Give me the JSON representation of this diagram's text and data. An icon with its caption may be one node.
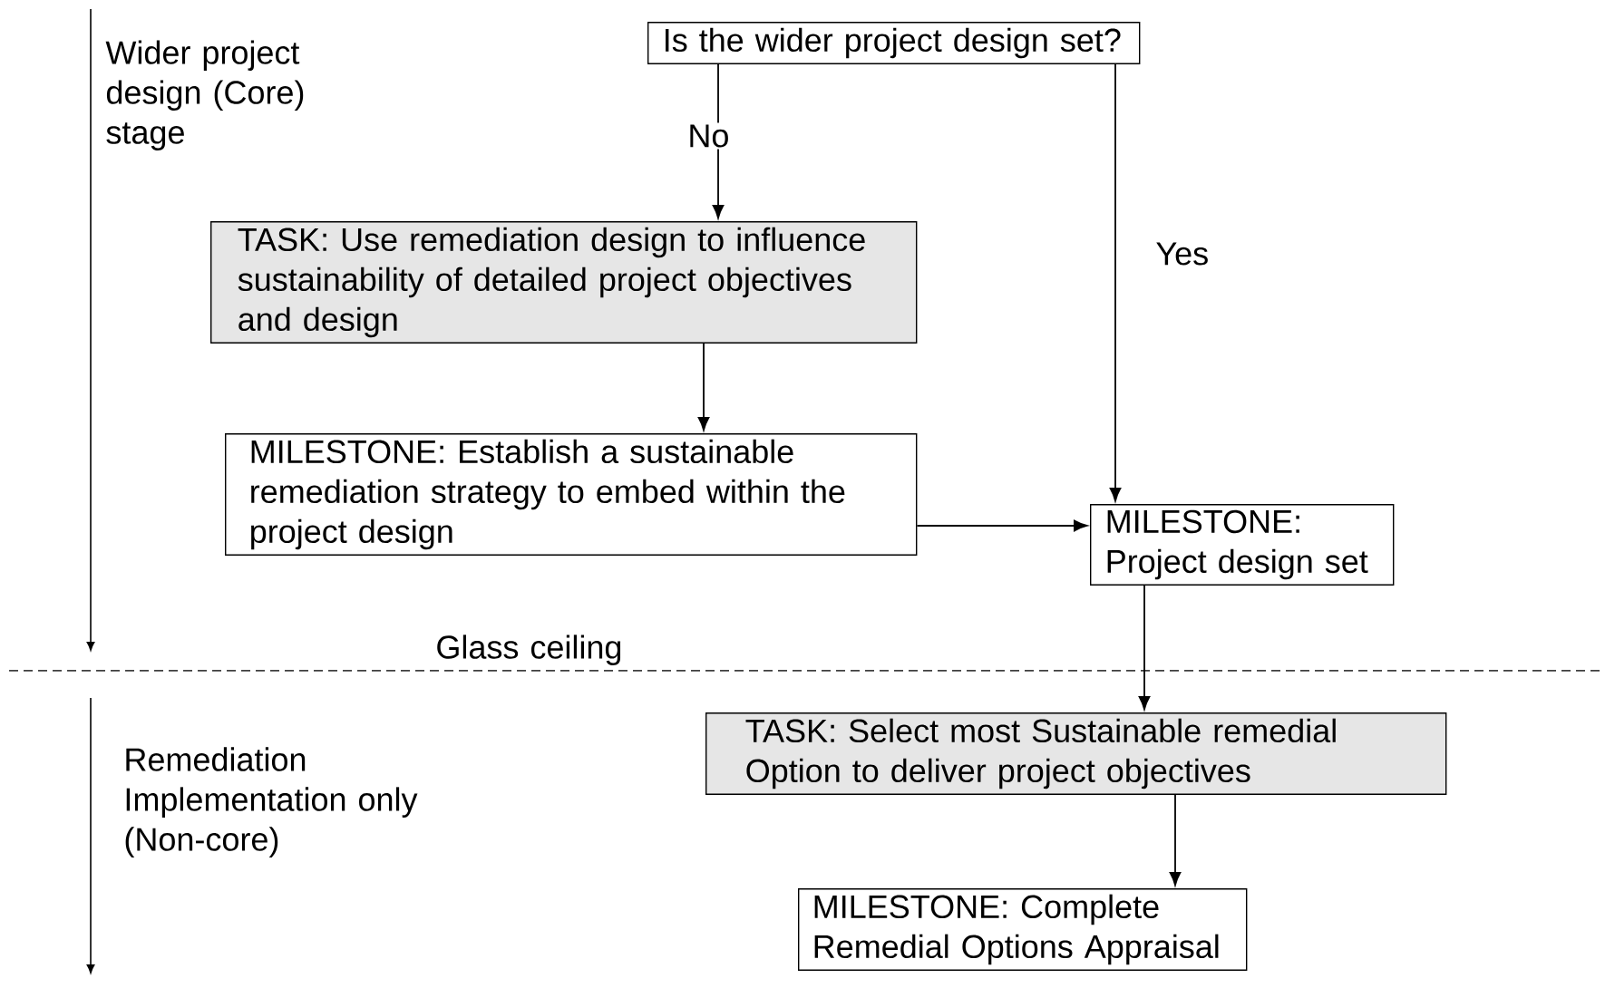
{
  "diagram": {
    "nodes": [
      {
        "text": [
          "Is the wider project design set?"
        ]
      },
      {
        "text": [
          "TASK: Use remediation design to influence sustainability of detailed project objectives and design"
        ]
      },
      {
        "text": [
          "MILESTONE: Establish a sustainable remediation strategy to embed within the project design"
        ]
      },
      {
        "text": [
          "MILESTONE: Project design set"
        ]
      },
      {
        "text": [
          "TASK: Select most Sustainable remedial Option to deliver project objectives"
        ]
      },
      {
        "text": [
          "MILESTONE: Complete Remedial Options Appraisal"
        ]
      }
    ],
    "edges": [
      {
        "from": 0,
        "to": 1,
        "arrow": "to",
        "label": "No"
      },
      {
        "from": 0,
        "to": 3,
        "arrow": "to",
        "label": "Yes"
      },
      {
        "from": 1,
        "to": 2,
        "arrow": "to"
      },
      {
        "from": 2,
        "to": 3,
        "arrow": "to"
      },
      {
        "from": 3,
        "to": 4,
        "arrow": "to"
      },
      {
        "from": 4,
        "to": 5,
        "arrow": "to"
      }
    ],
    "labels": [
      "Wider project design (Core) stage",
      "Glass ceiling",
      "Remediation Implementation only (Non-core)"
    ]
  }
}
